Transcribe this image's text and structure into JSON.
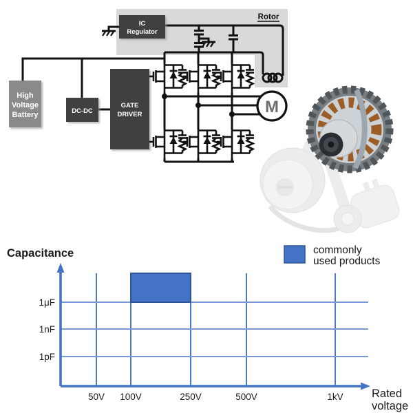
{
  "circuit": {
    "rotor_label": "Rotor",
    "ic_regulator": {
      "line1": "IC",
      "line2": "Regulator"
    },
    "battery": {
      "line1": "High",
      "line2": "Voltage",
      "line3": "Battery"
    },
    "dcdc_label": "DC-DC",
    "gate_driver": {
      "line1": "GATE",
      "line2": "DRIVER"
    },
    "motor_label": "M",
    "icons": {
      "ground": "chassis-ground-symbol",
      "capacitor": "parallel-plate-capacitor-symbol",
      "inductor": "rotor-coil-loops",
      "mosfet": "mosfet-with-body-diode-and-capacitor",
      "motor": "circled-M-motor-symbol",
      "photo": "alternator-with-belt-drive-render"
    }
  },
  "chart": {
    "y_axis_title": "Capacitance",
    "x_axis_title_line1": "Rated",
    "x_axis_title_line2": "voltage",
    "legend": {
      "line1": "commonly",
      "line2": "used products"
    }
  },
  "chart_data": {
    "type": "area",
    "title": "",
    "xlabel": "Rated voltage",
    "ylabel": "Capacitance",
    "x_ticks": [
      "50V",
      "100V",
      "250V",
      "500V",
      "1kV"
    ],
    "y_ticks": [
      "1μF",
      "1nF",
      "1pF"
    ],
    "grid": true,
    "legend_position": "top-right",
    "legend_label": "commonly used products",
    "highlighted_region": {
      "x_from": "100V",
      "x_to": "250V",
      "y_from": "1μF",
      "y_to": "top of chart (above 1μF)",
      "meaning": "commonly used products"
    }
  },
  "colors": {
    "chart_blue": "#4472c4",
    "grid_blue": "#4e79c9",
    "grid_light_blue": "#7b97d4",
    "region_border": "#2f5597",
    "dark_box": "#3f3f3f",
    "battery_box": "#8a8a8a",
    "panel_gray": "#d9d9d9",
    "copper": "#9b5c26",
    "wire_black": "#111111"
  }
}
